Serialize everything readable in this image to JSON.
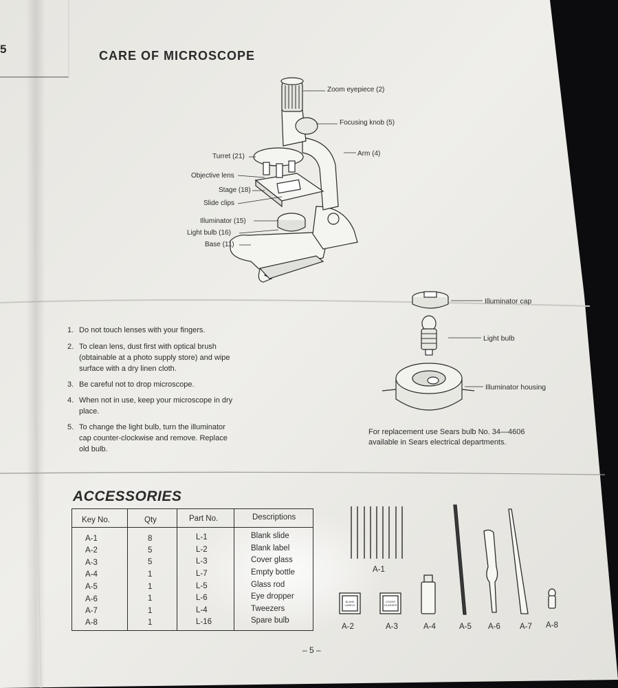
{
  "page": {
    "corner_number": "5",
    "title": "CARE OF MICROSCOPE",
    "page_footer": "– 5 –"
  },
  "microscope_labels": {
    "zoom_eyepiece": "Zoom eyepiece (2)",
    "focusing_knob": "Focusing knob (5)",
    "arm": "Arm (4)",
    "turret": "Turret (21)",
    "objective_lens": "Objective lens",
    "stage": "Stage (18)",
    "slide_clips": "Slide clips",
    "illuminator": "Illuminator (15)",
    "light_bulb": "Light bulb (16)",
    "base": "Base (11)"
  },
  "illuminator_labels": {
    "cap": "Illuminator cap",
    "bulb": "Light bulb",
    "housing": "Illuminator housing"
  },
  "instructions": [
    {
      "num": "1.",
      "lines": [
        "Do not touch lenses with your fingers."
      ]
    },
    {
      "num": "2.",
      "lines": [
        "To clean lens, dust first with optical brush",
        "(obtainable at a photo supply store) and wipe",
        "surface with a dry linen cloth."
      ]
    },
    {
      "num": "3.",
      "lines": [
        "Be careful not to drop microscope."
      ]
    },
    {
      "num": "4.",
      "lines": [
        "When not in use, keep your microscope in dry",
        "place."
      ]
    },
    {
      "num": "5.",
      "lines": [
        "To change the light bulb, turn the illuminator",
        "cap counter-clockwise and remove.  Replace",
        "old bulb."
      ]
    }
  ],
  "replacement_note": [
    "For replacement use Sears bulb No. 34—4606",
    "available in Sears electrical departments."
  ],
  "accessories": {
    "title": "ACCESSORIES",
    "headers": [
      "Key No.",
      "Qty",
      "Part No.",
      "Descriptions"
    ],
    "rows": [
      [
        "A-1",
        "8",
        "L-1",
        "Blank slide"
      ],
      [
        "A-2",
        "5",
        "L-2",
        "Blank label"
      ],
      [
        "A-3",
        "5",
        "L-3",
        "Cover glass"
      ],
      [
        "A-4",
        "1",
        "L-7",
        "Empty bottle"
      ],
      [
        "A-5",
        "1",
        "L-5",
        "Glass rod"
      ],
      [
        "A-6",
        "1",
        "L-6",
        "Eye dropper"
      ],
      [
        "A-7",
        "1",
        "L-4",
        "Tweezers"
      ],
      [
        "A-8",
        "1",
        "L-16",
        "Spare bulb"
      ]
    ],
    "illustration_labels": [
      "A-1",
      "A-2",
      "A-3",
      "A-4",
      "A-5",
      "A-6",
      "A-7",
      "A-8"
    ],
    "box_labels": {
      "a2": [
        "BLANK",
        "LABELS"
      ],
      "a3": [
        "COVER",
        "GLASSES"
      ]
    }
  },
  "colors": {
    "paper": "#ecebe6",
    "paper_shade": "#d9d8d3",
    "ink": "#2a2a2a",
    "background": "#0c0c0e"
  }
}
